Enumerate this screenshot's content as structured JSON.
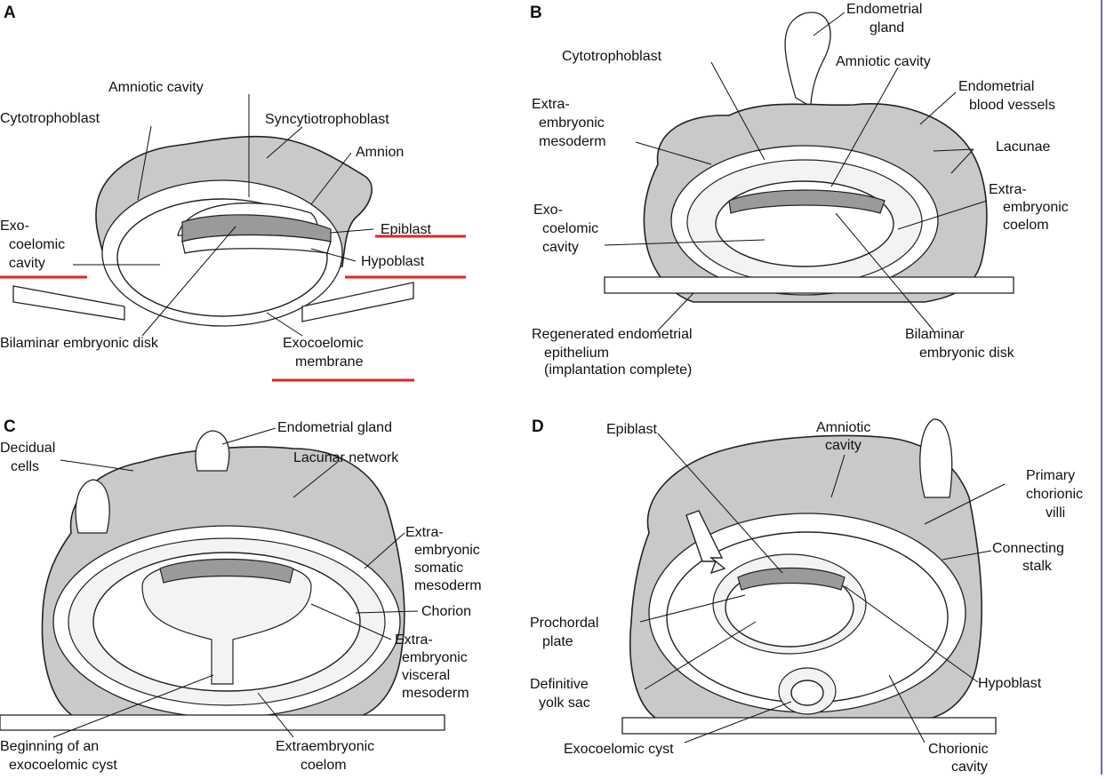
{
  "panels": {
    "A": {
      "letter": "A",
      "labels": {
        "amniotic_cavity": "Amniotic cavity",
        "cytotrophoblast": "Cytotrophoblast",
        "syncytiotrophoblast": "Syncytiotrophoblast",
        "amnion": "Amnion",
        "exo_line1": "Exo-",
        "exo_line2": "coelomic",
        "exo_line3": "cavity",
        "epiblast": "Epiblast",
        "hypoblast": "Hypoblast",
        "bilaminar": "Bilaminar embryonic disk",
        "exocoelomic_membrane_line1": "Exocoelomic",
        "exocoelomic_membrane_line2": "membrane"
      }
    },
    "B": {
      "letter": "B",
      "labels": {
        "endometrial_gland_line1": "Endometrial",
        "endometrial_gland_line2": "gland",
        "cytotrophoblast": "Cytotrophoblast",
        "amniotic_cavity": "Amniotic cavity",
        "endometrial_vessels_line1": "Endometrial",
        "endometrial_vessels_line2": "blood vessels",
        "extra_meso_line1": "Extra-",
        "extra_meso_line2": "embryonic",
        "extra_meso_line3": "mesoderm",
        "lacunae": "Lacunae",
        "extra_coelom_line1": "Extra-",
        "extra_coelom_line2": "embryonic",
        "extra_coelom_line3": "coelom",
        "exo_line1": "Exo-",
        "exo_line2": "coelomic",
        "exo_line3": "cavity",
        "regen_line1": "Regenerated endometrial",
        "regen_line2": "epithelium",
        "regen_line3": "(implantation complete)",
        "bilaminar_line1": "Bilaminar",
        "bilaminar_line2": "embryonic disk"
      }
    },
    "C": {
      "letter": "C",
      "labels": {
        "endometrial_gland": "Endometrial gland",
        "decidual_line1": "Decidual",
        "decidual_line2": "cells",
        "lacunar_network": "Lacunar network",
        "somatic_line1": "Extra-",
        "somatic_line2": "embryonic",
        "somatic_line3": "somatic",
        "somatic_line4": "mesoderm",
        "chorion": "Chorion",
        "visceral_line1": "Extra-",
        "visceral_line2": "embryonic",
        "visceral_line3": "visceral",
        "visceral_line4": "mesoderm",
        "cyst_line1": "Beginning of an",
        "cyst_line2": "exocoelomic cyst",
        "coelom_line1": "Extraembryonic",
        "coelom_line2": "coelom"
      }
    },
    "D": {
      "letter": "D",
      "labels": {
        "epiblast": "Epiblast",
        "amniotic_line1": "Amniotic",
        "amniotic_line2": "cavity",
        "villi_line1": "Primary",
        "villi_line2": "chorionic",
        "villi_line3": "villi",
        "stalk_line1": "Connecting",
        "stalk_line2": "stalk",
        "prochordal_line1": "Prochordal",
        "prochordal_line2": "plate",
        "hypoblast": "Hypoblast",
        "yolk_line1": "Definitive",
        "yolk_line2": "yolk sac",
        "exocoelomic_cyst": "Exocoelomic cyst",
        "chorionic_line1": "Chorionic",
        "chorionic_line2": "cavity"
      }
    }
  },
  "colors": {
    "tissue": "#c9c9c9",
    "highlight_underline": "#e0261f",
    "frame": "#6a6fa8"
  }
}
